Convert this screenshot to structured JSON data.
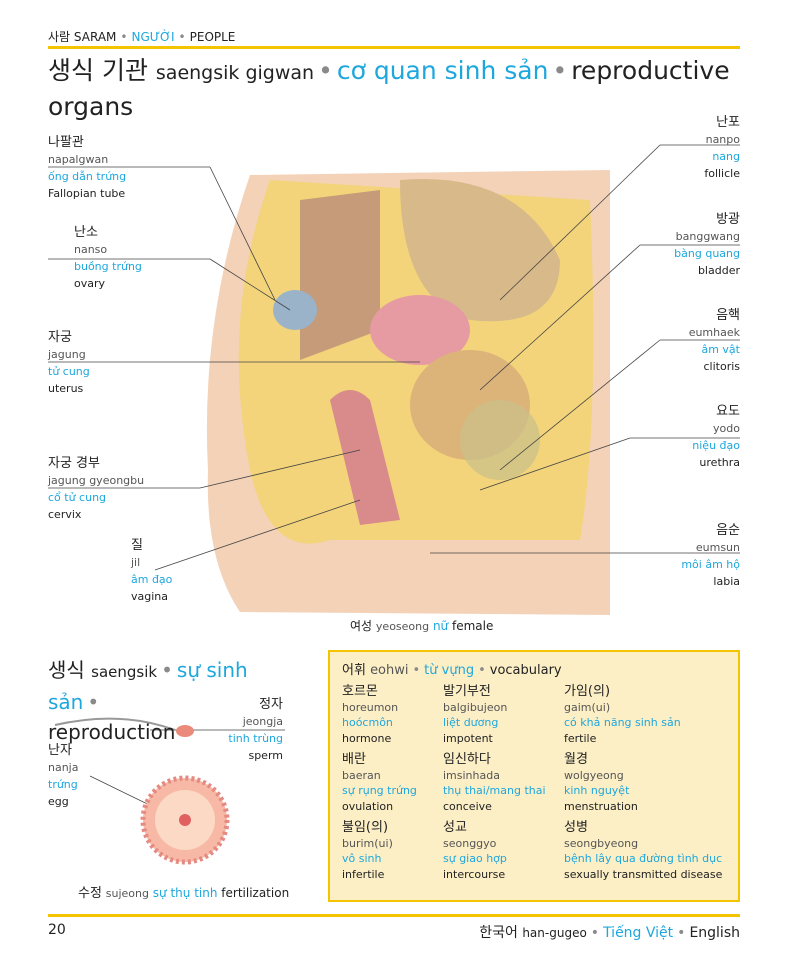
{
  "header": {
    "ko": "사람",
    "rom": "SARAM",
    "vi": "NGƯỜI",
    "en": "PEOPLE"
  },
  "title": {
    "ko": "생식 기관",
    "rom": "saengsik gigwan",
    "vi": "cơ quan sinh sản",
    "en": "reproductive organs"
  },
  "labels_left": [
    {
      "ko": "나팔관",
      "rom": "napalgwan",
      "vi": "ống dẫn trứng",
      "en": "Fallopian tube"
    },
    {
      "ko": "난소",
      "rom": "nanso",
      "vi": "buồng trứng",
      "en": "ovary"
    },
    {
      "ko": "자궁",
      "rom": "jagung",
      "vi": "tử cung",
      "en": "uterus"
    },
    {
      "ko": "자궁 경부",
      "rom": "jagung gyeongbu",
      "vi": "cổ tử cung",
      "en": "cervix"
    },
    {
      "ko": "질",
      "rom": "jil",
      "vi": "âm đạo",
      "en": "vagina"
    }
  ],
  "labels_right": [
    {
      "ko": "난포",
      "rom": "nanpo",
      "vi": "nang",
      "en": "follicle"
    },
    {
      "ko": "방광",
      "rom": "banggwang",
      "vi": "bàng quang",
      "en": "bladder"
    },
    {
      "ko": "음핵",
      "rom": "eumhaek",
      "vi": "âm vật",
      "en": "clitoris"
    },
    {
      "ko": "요도",
      "rom": "yodo",
      "vi": "niệu đạo",
      "en": "urethra"
    },
    {
      "ko": "음순",
      "rom": "eumsun",
      "vi": "môi âm hộ",
      "en": "labia"
    }
  ],
  "caption": {
    "ko": "여성",
    "rom": "yeoseong",
    "vi": "nữ",
    "en": "female"
  },
  "reproduction": {
    "ko": "생식",
    "rom": "saengsik",
    "vi": "sự sinh sản",
    "en": "reproduction",
    "sperm": {
      "ko": "정자",
      "rom": "jeongja",
      "vi": "tinh trùng",
      "en": "sperm"
    },
    "egg": {
      "ko": "난자",
      "rom": "nanja",
      "vi": "trứng",
      "en": "egg"
    },
    "fertilization": {
      "ko": "수정",
      "rom": "sujeong",
      "vi": "sự thụ tinh",
      "en": "fertilization"
    }
  },
  "vocabulary": {
    "ko": "어휘",
    "rom": "eohwi",
    "vi": "từ vựng",
    "en": "vocabulary",
    "items": [
      {
        "ko": "호르몬",
        "rom": "horeumon",
        "vi": "hoócmôn",
        "en": "hormone"
      },
      {
        "ko": "발기부전",
        "rom": "balgibujeon",
        "vi": "liệt dương",
        "en": "impotent"
      },
      {
        "ko": "가임(의)",
        "rom": "gaim(ui)",
        "vi": "có khả năng sinh sản",
        "en": "fertile"
      },
      {
        "ko": "배란",
        "rom": "baeran",
        "vi": "sự rụng trứng",
        "en": "ovulation"
      },
      {
        "ko": "임신하다",
        "rom": "imsinhada",
        "vi": "thụ thai/mang thai",
        "en": "conceive"
      },
      {
        "ko": "월경",
        "rom": "wolgyeong",
        "vi": "kinh nguyệt",
        "en": "menstruation"
      },
      {
        "ko": "불임(의)",
        "rom": "burim(ui)",
        "vi": "vô sinh",
        "en": "infertile"
      },
      {
        "ko": "성교",
        "rom": "seonggyo",
        "vi": "sự giao hợp",
        "en": "intercourse"
      },
      {
        "ko": "성병",
        "rom": "seongbyeong",
        "vi": "bệnh lây qua đường tình dục",
        "en": "sexually transmitted disease"
      }
    ]
  },
  "footer": {
    "page": "20",
    "ko": "한국어",
    "rom": "han-gugeo",
    "vi": "Tiếng Việt",
    "en": "English"
  },
  "colors": {
    "accent": "#1ea7dd",
    "rule": "#f4c400",
    "box": "#fcefc6"
  }
}
